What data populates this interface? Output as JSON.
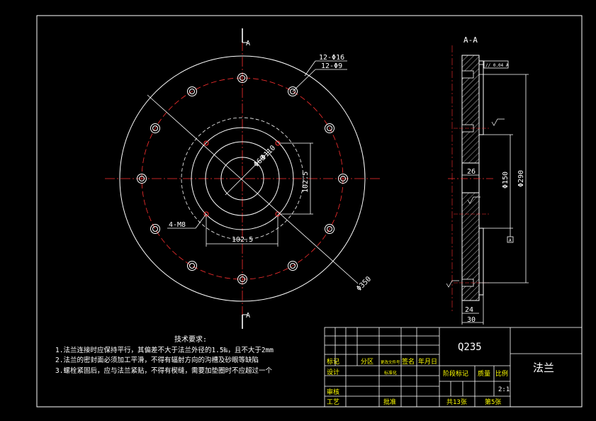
{
  "section": {
    "cut_label_top": "A",
    "cut_label_bottom": "A",
    "view_title": "A-A"
  },
  "front_view": {
    "callouts": {
      "holes_outer_a": "12-Φ16",
      "holes_outer_b": "12-Φ9",
      "threads": "4-M8",
      "dia_60": "Φ60",
      "dia_110": "Φ110",
      "dim_vertical": "102.5",
      "dim_horizontal": "102.5",
      "dia_350": "Φ350"
    }
  },
  "section_view": {
    "dims": {
      "d150": "Φ150",
      "d290": "Φ290",
      "w26": "26",
      "w24": "24",
      "w30": "30",
      "flat_box": "// 0.04 A",
      "datum": "A"
    }
  },
  "notes": {
    "title": "技术要求:",
    "lines": [
      "1.法兰连接时应保持平行，其偏差不大于法兰外径的1.5‰，且不大于2mm",
      "2.法兰的密封面必须加工平滑，不得有辐射方向的沟槽及砂眼等缺陷",
      "3.螺栓紧固后，应与法兰紧贴，不得有楔缝，需要加垫圈时不应超过一个"
    ]
  },
  "title_block": {
    "material": "Q235",
    "part_name": "法兰",
    "labels": {
      "mark": "标记",
      "zone": "分区",
      "doc_no": "更改文件号",
      "sign": "签名",
      "date": "年月日",
      "design": "设计",
      "standardize": "标准化",
      "stage": "阶段标记",
      "weight": "质量",
      "scale": "比例",
      "review": "审核",
      "process": "工艺",
      "approve": "批准"
    },
    "scale_value": "2:1",
    "sheets_total": "共13张",
    "sheet_no": "第5张"
  }
}
